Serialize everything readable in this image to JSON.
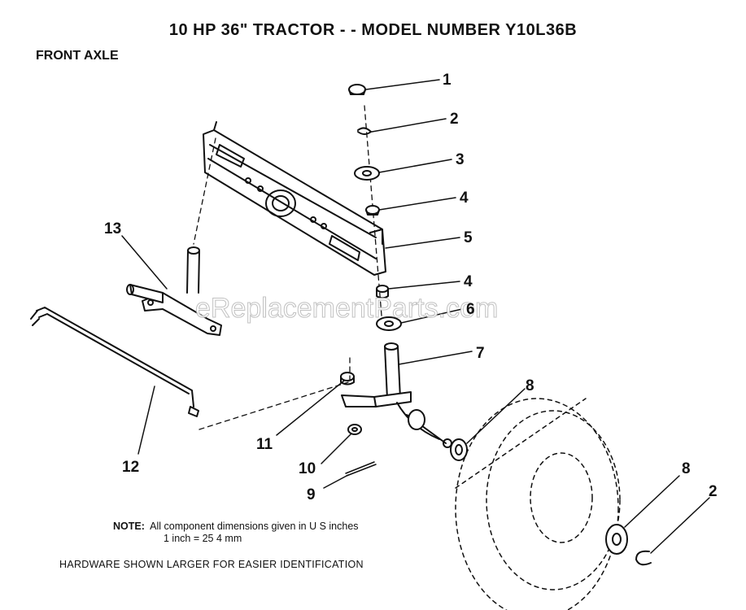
{
  "header": {
    "title": "10 HP 36\" TRACTOR - - MODEL NUMBER Y10L36B",
    "section": "FRONT AXLE"
  },
  "callouts": [
    "1",
    "2",
    "3",
    "4",
    "5",
    "4",
    "6",
    "7",
    "8",
    "11",
    "10",
    "9",
    "12",
    "13",
    "8",
    "2"
  ],
  "watermark": "eReplacementParts.com",
  "notes": {
    "label": "NOTE:",
    "line1": "All component dimensions given in U S  inches",
    "line2": "1 inch = 25 4 mm",
    "hardware": "HARDWARE SHOWN LARGER FOR EASIER IDENTIFICATION"
  }
}
